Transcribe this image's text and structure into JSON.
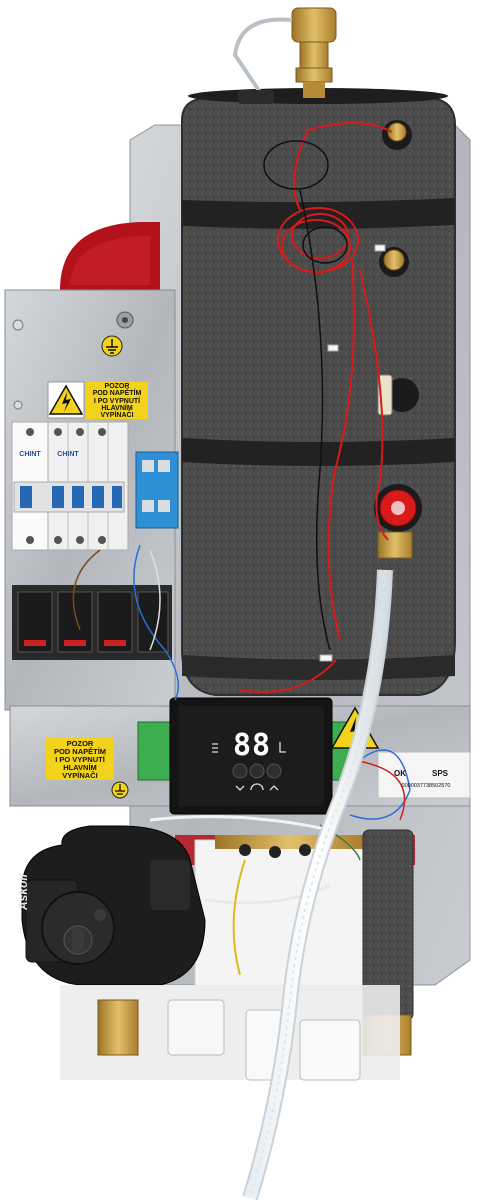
{
  "colors": {
    "background": "#ffffff",
    "insulation": "#4a4a4a",
    "frame": "#b9bcc0",
    "wire_red": "#d81a1a",
    "warning_yellow": "#f2d21b",
    "terminal_blue": "#2d8fd6",
    "controller_green": "#3dae4f",
    "brass": "#c9a24a"
  },
  "labels": {
    "warning_top": [
      "POZOR",
      "POD NAPĚTÍM",
      "I PO VYPNUTÍ",
      "HLAVNÍM VYPÍNAČI"
    ],
    "warning_bottom": [
      "POZOR",
      "POD NAPĚTÍM",
      "I PO VYPNUTÍ",
      "HLAVNÍM VYPÍNAČI"
    ],
    "breaker_brand_1": "CHINT",
    "breaker_brand_2": "CHINT",
    "display_digits": "88",
    "pump_brand": "Askoll",
    "sticker_ok": "OK",
    "sticker_sps": "SPS",
    "sticker_serial": "0000037738502570"
  }
}
